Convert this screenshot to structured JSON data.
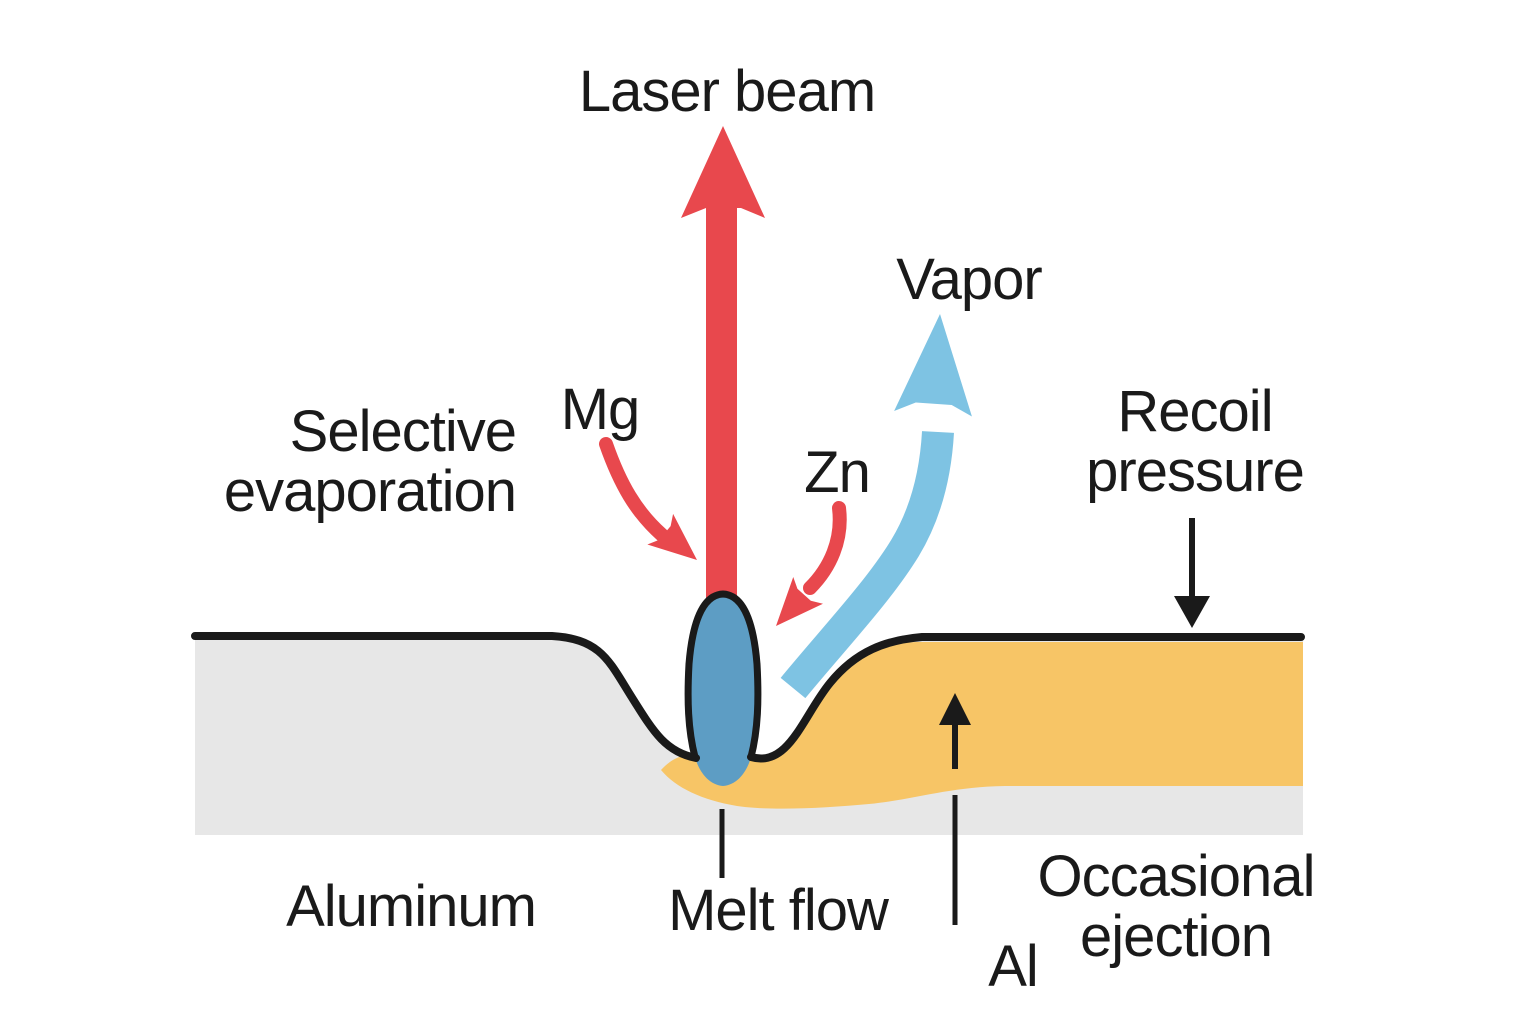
{
  "diagram": {
    "title": "Laser keyhole welding of aluminum – selective evaporation schematic",
    "labels": {
      "laser_beam": "Laser beam",
      "vapor": "Vapor",
      "mg": "Mg",
      "zn": "Zn",
      "selective_evaporation": "Selective\nevaporation",
      "recoil_pressure": "Recoil\npressure",
      "aluminum": "Aluminum",
      "melt_flow": "Melt flow",
      "al": "Al",
      "occasional_ejection": "Occasional\nejection"
    },
    "icons": [
      "laser-beam-up-arrow",
      "vapor-curved-up-arrow",
      "mg-curved-down-arrow",
      "zn-curved-down-arrow",
      "recoil-pressure-down-arrow",
      "al-up-arrow",
      "melt-flow-leader-line"
    ],
    "colors": {
      "laser_red": "#E8484D",
      "vapor_blue": "#7EC3E3",
      "keyhole_blue": "#5D9DC4",
      "melt_orange": "#F7C566",
      "metal_gray": "#E7E7E7",
      "outline_black": "#1A1A1A",
      "text": "#1A1A1A",
      "background": "#FFFFFF"
    }
  }
}
